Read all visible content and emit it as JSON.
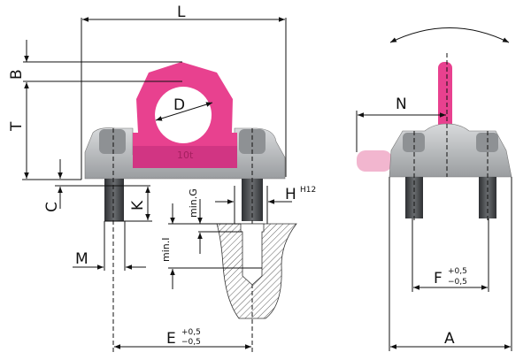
{
  "title": "Lifting point dimension drawing",
  "colors": {
    "ring": "#e8418f",
    "ring_dark": "#c42a74",
    "steel": "#b9bcbf",
    "steel_dark": "#6d7074",
    "bolt": "#3a3c3f",
    "line": "#111111"
  },
  "product_marking": "10t",
  "labels": {
    "L": "L",
    "B": "B",
    "T": "T",
    "D": "D",
    "C": "C",
    "K": "K",
    "G": "min.G",
    "H": "H",
    "H_tol": "H12",
    "I": "min.I",
    "M": "M",
    "E": "E",
    "E_tol_plus": "+0,5",
    "E_tol_minus": "−0,5",
    "N": "N",
    "F": "F",
    "F_tol_plus": "+0,5",
    "F_tol_minus": "−0,5",
    "A": "A"
  }
}
